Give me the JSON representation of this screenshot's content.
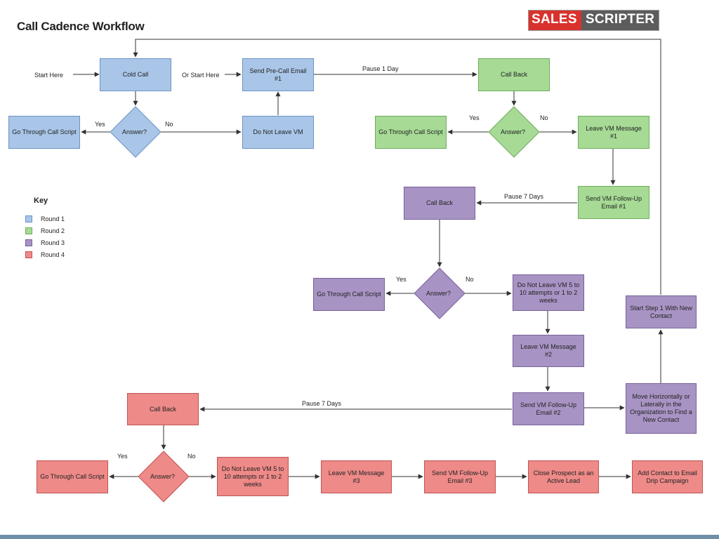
{
  "title": "Call Cadence Workflow",
  "logo": {
    "part1": "SALES",
    "part2": "SCRIPTER"
  },
  "colors": {
    "round1": "#a9c6e8",
    "round2": "#a6da95",
    "round3": "#a894c4",
    "round4": "#ee8a88",
    "bottom_bar": "#6f8fa8"
  },
  "round1": {
    "cold_call": "Cold Call",
    "answer": "Answer?",
    "go_through": "Go Through Call Script",
    "do_not_leave_vm": "Do Not Leave VM",
    "send_pre_call_email": "Send Pre-Call Email #1"
  },
  "round2": {
    "call_back": "Call Back",
    "answer": "Answer?",
    "go_through": "Go Through Call Script",
    "leave_vm": "Leave VM Message #1",
    "send_vm_followup": "Send VM Follow-Up Email #1"
  },
  "round3": {
    "call_back": "Call Back",
    "answer": "Answer?",
    "go_through": "Go Through Call Script",
    "do_not_leave_vm": "Do Not Leave VM 5 to 10 attempts or 1 to 2 weeks",
    "leave_vm": "Leave VM Message #2",
    "send_vm_followup": "Send VM Follow-Up Email #2",
    "move_horizontally": "Move Horizontally or Laterally in the Organization to Find a New Contact",
    "start_step_1": "Start Step 1 With New Contact"
  },
  "round4": {
    "call_back": "Call Back",
    "answer": "Answer?",
    "go_through": "Go Through Call Script",
    "do_not_leave_vm": "Do Not Leave VM 5 to 10 attempts or 1 to 2 weeks",
    "leave_vm": "Leave VM Message #3",
    "send_vm_followup": "Send VM Follow-Up Email #3",
    "close_prospect": "Close Prospect as an Active Lead",
    "add_contact": "Add Contact to Email Drip Campaign"
  },
  "labels": {
    "start_here": "Start Here",
    "or_start_here": "Or Start Here",
    "yes": "Yes",
    "no": "No",
    "pause_1_day": "Pause 1 Day",
    "pause_7_days": "Pause 7 Days"
  },
  "key": {
    "title": "Key",
    "items": [
      "Round 1",
      "Round 2",
      "Round 3",
      "Round 4"
    ]
  }
}
